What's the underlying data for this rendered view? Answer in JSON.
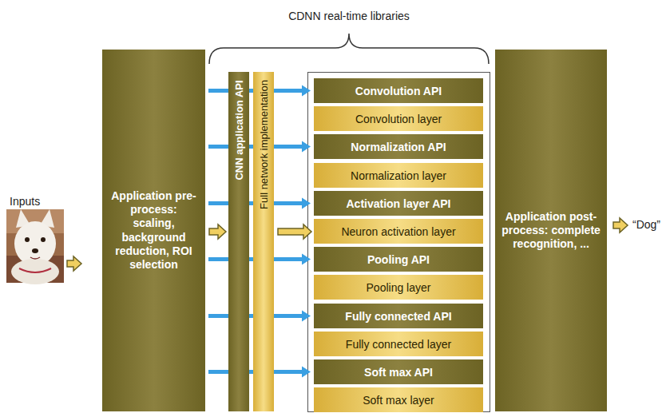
{
  "diagram": {
    "title": "CDNN real-time libraries",
    "nodes": [
      {
        "text": [
          "Application pre-process: scaling, background reduction, ROI selection"
        ]
      },
      {
        "text": [
          "CNN application API"
        ]
      },
      {
        "text": [
          "Full network implementation"
        ]
      },
      {
        "text": [
          "Convolution API"
        ]
      },
      {
        "text": [
          "Convolution layer"
        ]
      },
      {
        "text": [
          "Normalization API"
        ]
      },
      {
        "text": [
          "Normalization layer"
        ]
      },
      {
        "text": [
          "Activation layer API"
        ]
      },
      {
        "text": [
          "Neuron activation layer"
        ]
      },
      {
        "text": [
          "Pooling API"
        ]
      },
      {
        "text": [
          "Pooling layer"
        ]
      },
      {
        "text": [
          "Fully connected API"
        ]
      },
      {
        "text": [
          "Fully connected layer"
        ]
      },
      {
        "text": [
          "Soft max API"
        ]
      },
      {
        "text": [
          "Soft max layer"
        ]
      },
      {
        "text": [
          "Application post-process: complete recognition, ..."
        ]
      }
    ],
    "edges": [
      {
        "from": 0,
        "to": 1,
        "arrow": "to"
      },
      {
        "from": 2,
        "to": 8,
        "arrow": "to"
      },
      {
        "from": 0,
        "to": 3,
        "arrow": "to"
      },
      {
        "from": 0,
        "to": 5,
        "arrow": "to"
      },
      {
        "from": 0,
        "to": 7,
        "arrow": "to"
      },
      {
        "from": 0,
        "to": 9,
        "arrow": "to"
      },
      {
        "from": 0,
        "to": 11,
        "arrow": "to"
      },
      {
        "from": 0,
        "to": 13,
        "arrow": "to"
      }
    ],
    "labels": [
      "Inputs",
      "“Dog”"
    ]
  }
}
